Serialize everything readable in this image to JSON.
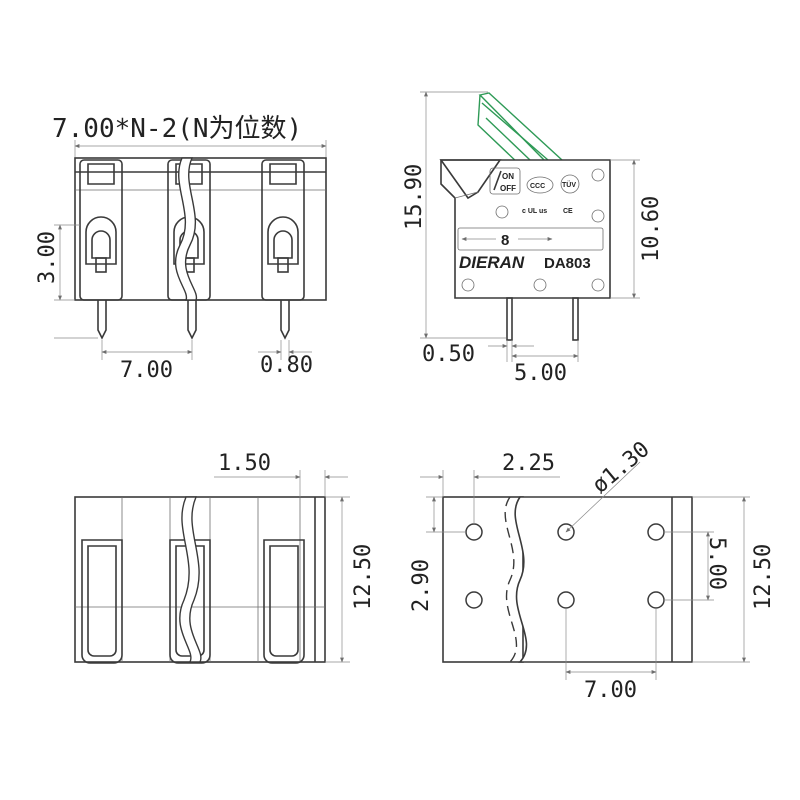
{
  "front_view": {
    "title": "7.00*N-2(N为位数)",
    "dim_height": "3.00",
    "dim_pitch": "7.00",
    "dim_pin_width": "0.80"
  },
  "side_view": {
    "dim_total_height": "15.90",
    "dim_body_height": "10.60",
    "dim_pin_thickness": "0.50",
    "dim_pin_spacing": "5.00",
    "switch_on": "ON",
    "switch_off": "OFF",
    "mark_ccc": "CCC",
    "mark_tuv": "TÜV",
    "mark_ul": "c UL us",
    "mark_ce": "CE",
    "wire_gauge": "8",
    "brand": "DIERAN",
    "model": "DA803"
  },
  "top_view": {
    "dim_wall": "1.50",
    "dim_depth": "12.50"
  },
  "bottom_view": {
    "dim_edge_x": "2.25",
    "dim_hole_diameter": "ø1.30",
    "dim_edge_y": "2.90",
    "dim_hole_rows": "5.00",
    "dim_depth": "12.50",
    "dim_pitch": "7.00"
  }
}
